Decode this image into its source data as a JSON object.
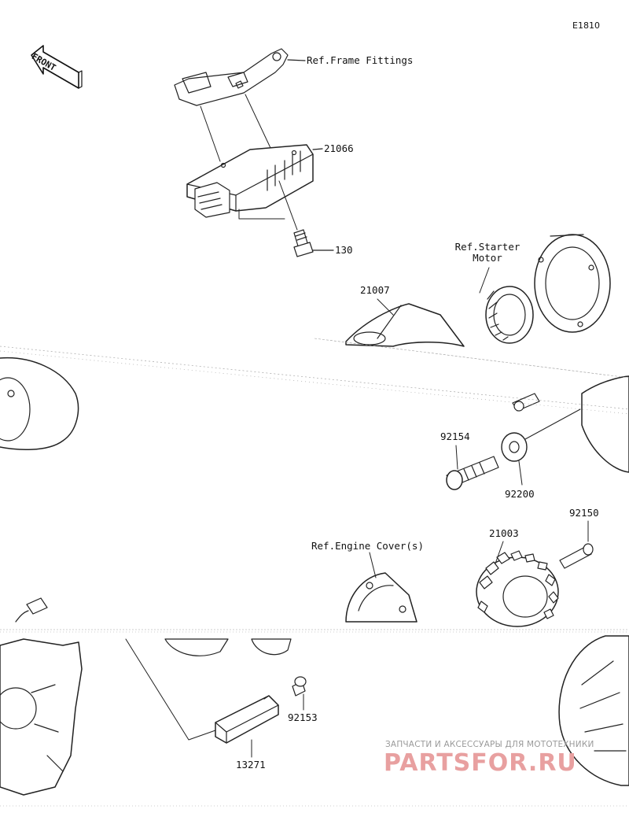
{
  "diagram_code": "E1810",
  "front_marker": "FRONT",
  "callouts": {
    "ref_frame_fittings": "Ref.Frame Fittings",
    "p21066": "21066",
    "p130": "130",
    "ref_starter_motor_line1": "Ref.Starter",
    "ref_starter_motor_line2": "Motor",
    "p21007": "21007",
    "p92154": "92154",
    "p92200": "92200",
    "p92150": "92150",
    "p21003": "21003",
    "ref_engine_cover": "Ref.Engine Cover(s)",
    "p92153": "92153",
    "p13271": "13271"
  },
  "watermark": {
    "tagline": "ЗАПЧАСТИ И АКСЕССУАРЫ ДЛЯ МОТОТЕХНИКИ",
    "brand": "PARTSFOR.RU",
    "brand_color": "#e8a0a0"
  }
}
